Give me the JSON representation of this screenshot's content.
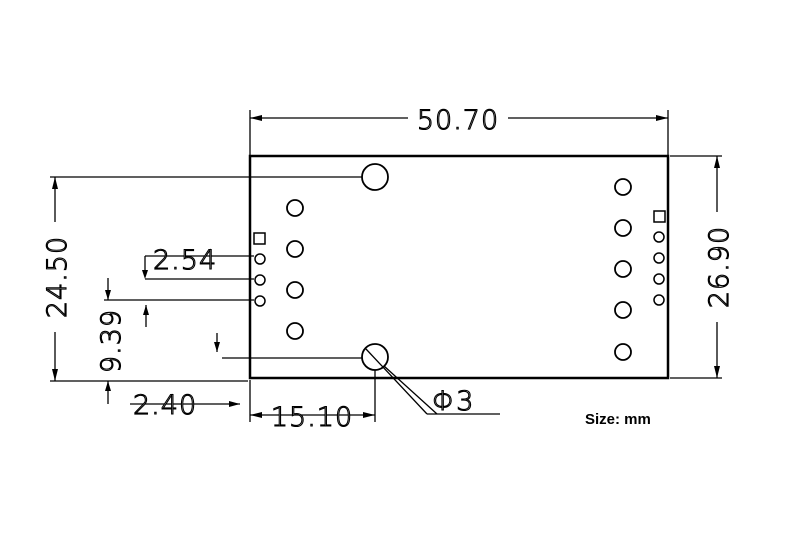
{
  "dimensions": {
    "board_width": "50.70",
    "board_height": "26.90",
    "hole_vertical_spacing": "24.50",
    "pin_pitch": "2.54",
    "pin_offset_y": "9.39",
    "hole_offset_x": "15.10",
    "pin_offset_x": "2.40",
    "hole_diameter": "Φ3"
  },
  "note": "Size: mm",
  "colors": {
    "line": "#000000",
    "background": "#ffffff"
  }
}
